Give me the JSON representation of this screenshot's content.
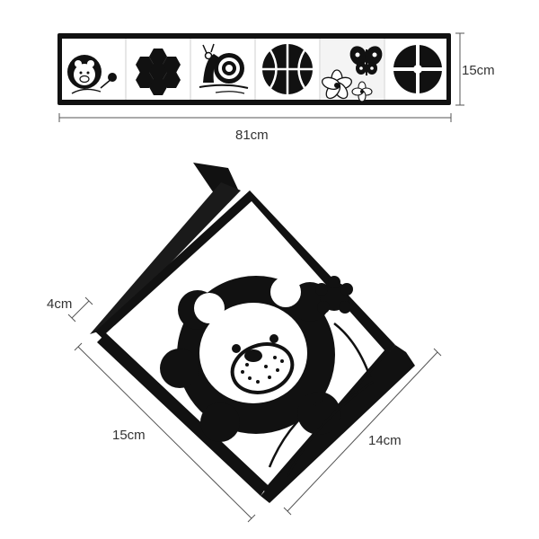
{
  "strip": {
    "panels": [
      "lion-icon",
      "hexagon-cluster-icon",
      "snail-icon",
      "ball-icon",
      "butterfly-flowers-icon",
      "four-petal-icon"
    ],
    "width_label": "81cm",
    "height_label": "15cm"
  },
  "cube": {
    "thickness_label": "4cm",
    "left_label": "15cm",
    "right_label": "14cm"
  },
  "colors": {
    "ink": "#111111",
    "fabric": "#ffffff",
    "dimension_line": "#555555"
  }
}
